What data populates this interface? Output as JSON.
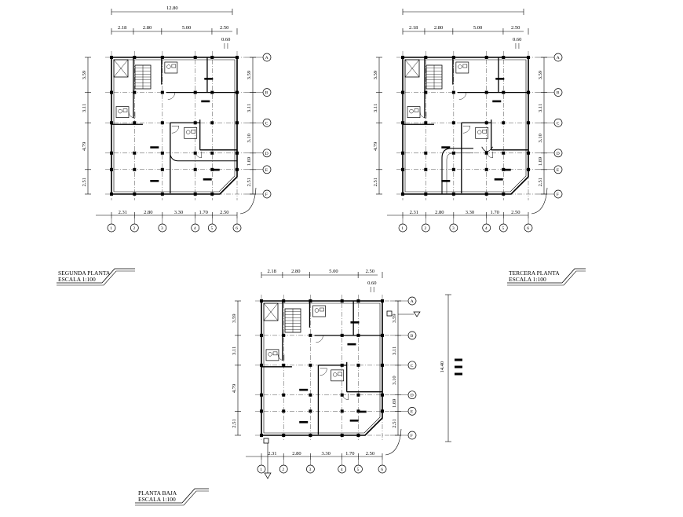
{
  "total_width_label": "12.80",
  "total_height_label": "14.40",
  "top_dims": [
    "2.18",
    "2.80",
    "5.00",
    "2.50"
  ],
  "small_dim": "0.60",
  "bottom_dims": [
    "2.31",
    "2.80",
    "3.30",
    "1.70",
    "2.50"
  ],
  "side_dims": [
    "3.59",
    "3.11",
    "4.79",
    "2.51"
  ],
  "right_dims": [
    "3.59",
    "3.11",
    "3.10",
    "1.69",
    "2.51"
  ],
  "row_axes": [
    "A",
    "B",
    "C",
    "D",
    "E",
    "F"
  ],
  "col_axes": [
    "1",
    "2",
    "3",
    "4",
    "5",
    "6"
  ],
  "plans": [
    {
      "id": "segunda",
      "title": "SEGUNDA PLANTA",
      "scale": "ESCALA  1:100"
    },
    {
      "id": "tercera",
      "title": "TERCERA PLANTA",
      "scale": "ESCALA  1:100"
    },
    {
      "id": "baja",
      "title": "PLANTA BAJA",
      "scale": "ESCALA  1:100"
    }
  ],
  "colors": {
    "ink": "#000000",
    "paper": "#ffffff"
  }
}
